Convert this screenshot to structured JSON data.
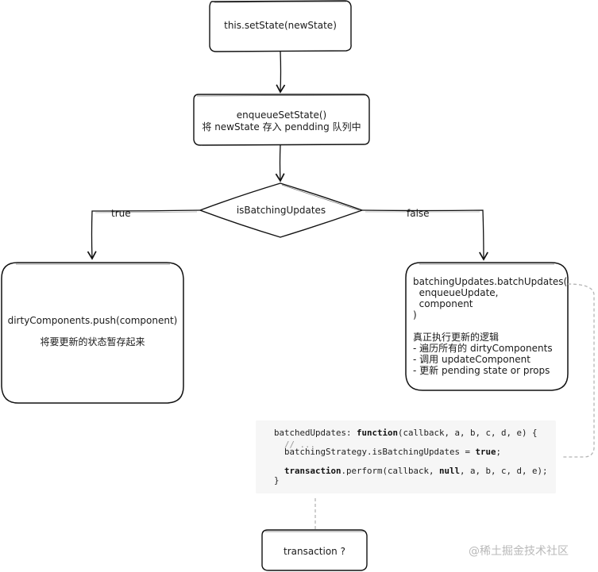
{
  "nodes": {
    "set_state": "this.setState(newState)",
    "enqueue_title": "enqueueSetState()",
    "enqueue_desc": "将 newState 存入 pendding 队列中",
    "decision": "isBatchingUpdates",
    "dirty_push": "dirtyComponents.push(component)",
    "dirty_desc": "将要更新的状态暂存起来",
    "batch_line1": "batchingUpdates.batchUpdates(",
    "batch_line2": "  enqueueUpdate,",
    "batch_line3": "  component",
    "batch_line4": ")",
    "batch_desc_title": "真正执行更新的逻辑",
    "batch_desc_1": "- 遍历所有的 dirtyComponents",
    "batch_desc_2": "- 调用 updateComponent",
    "batch_desc_3": "- 更新 pending state or props",
    "transaction": "transaction ?"
  },
  "edges": {
    "true_label": "true",
    "false_label": "false"
  },
  "code": {
    "l1_a": "batchedUpdates: ",
    "l1_kw": "function",
    "l1_b": "(callback, a, b, c, d, e) {",
    "l2_cm": "  // ...",
    "l3_a": "  batchingStrategy.isBatchingUpdates = ",
    "l3_kw": "true",
    "l3_b": ";",
    "l5_kw1": "  transaction",
    "l5_a": ".perform(callback, ",
    "l5_kw2": "null",
    "l5_b": ", a, b, c, d, e);",
    "l6": "}"
  },
  "watermark": "@稀土掘金技术社区"
}
